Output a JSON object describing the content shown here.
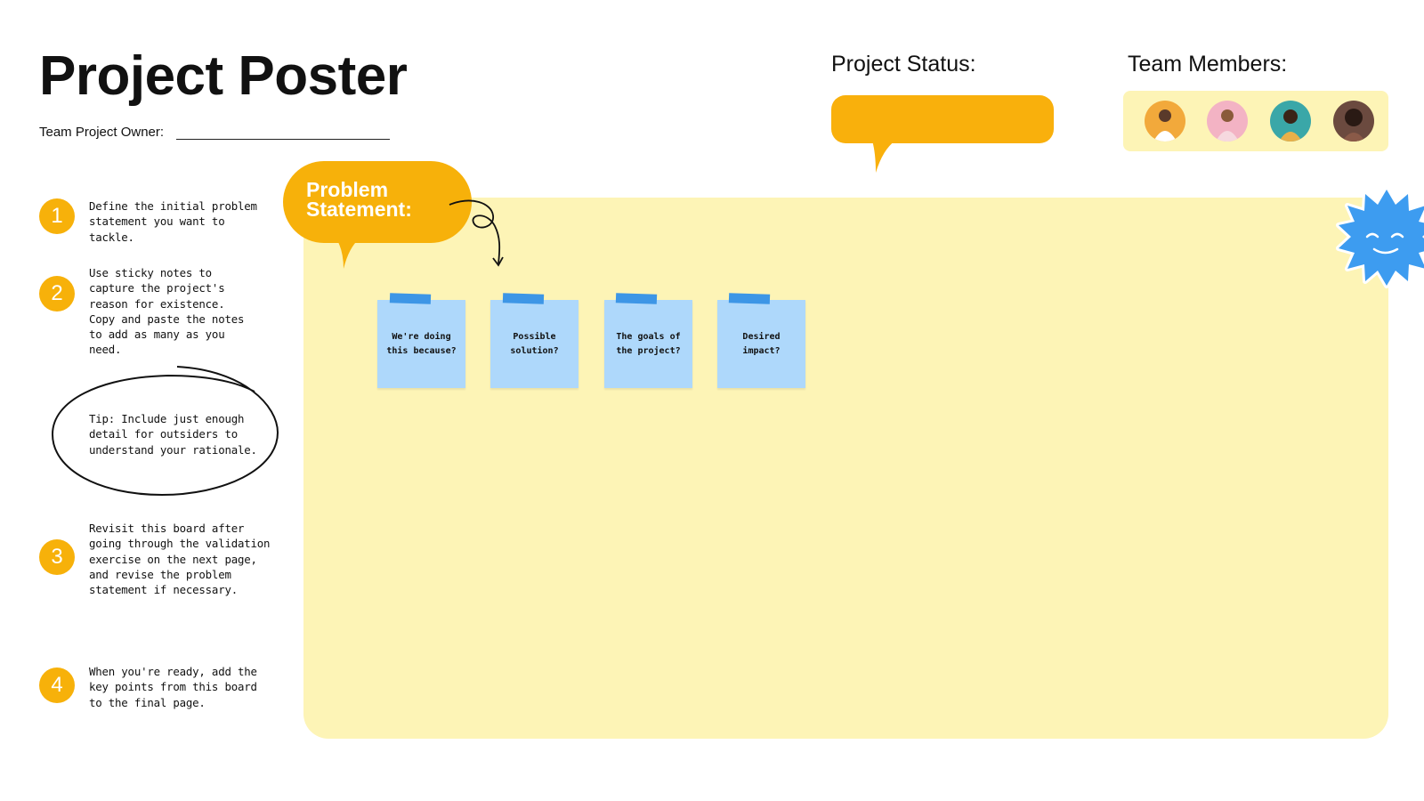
{
  "header": {
    "title": "Project Poster",
    "owner_label": "Team Project Owner:"
  },
  "steps": [
    {
      "number": "1",
      "text": "Define the initial problem statement you want to tackle."
    },
    {
      "number": "2",
      "text": "Use sticky notes to capture the project's reason for existence. Copy and paste the notes to add as many as you need."
    },
    {
      "number": "3",
      "text": "Revisit this board after going through the validation exercise on the next page, and revise the problem statement if necessary."
    },
    {
      "number": "4",
      "text": "When you're ready, add the key points from this board to the final page."
    }
  ],
  "tip": {
    "text": "Tip: Include just enough detail for outsiders to understand your rationale."
  },
  "status": {
    "title": "Project Status:"
  },
  "team": {
    "title": "Team Members:",
    "members": [
      {
        "icon": "avatar-person-1",
        "bg": "#f2a93b"
      },
      {
        "icon": "avatar-person-2",
        "bg": "#f3b3c4"
      },
      {
        "icon": "avatar-person-3",
        "bg": "#3aa7a8"
      },
      {
        "icon": "avatar-person-4",
        "bg": "#6b4a3f"
      }
    ]
  },
  "problem_statement": {
    "label_line1": "Problem",
    "label_line2": "Statement:"
  },
  "notes": [
    {
      "text": "We're doing this because?"
    },
    {
      "text": "Possible solution?"
    },
    {
      "text": "The goals of the project?"
    },
    {
      "text": "Desired impact?"
    }
  ],
  "colors": {
    "accent": "#f7b10a",
    "board": "#fdf4b6",
    "note": "#aed8fb",
    "tape": "#3d96e6",
    "mascot": "#3d9cf0"
  },
  "mascot": {
    "icon": "smiling-sun-icon"
  }
}
